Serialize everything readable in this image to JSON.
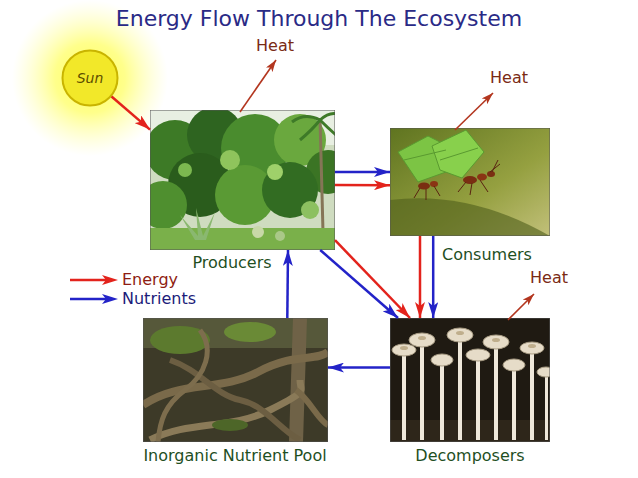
{
  "diagram": {
    "title": "Energy Flow Through The Ecosystem",
    "nodes": [
      {
        "text": [
          "Sun"
        ]
      },
      {
        "text": [
          "Producers"
        ]
      },
      {
        "text": [
          "Consumers"
        ]
      },
      {
        "text": [
          "Inorganic Nutrient Pool"
        ]
      },
      {
        "text": [
          "Decomposers"
        ]
      }
    ],
    "edges": [
      {
        "from": 0,
        "to": 1,
        "arrow": "to"
      },
      {
        "from": 1,
        "to": 2,
        "arrow": "to"
      },
      {
        "from": 1,
        "to": 2,
        "arrow": "to"
      },
      {
        "from": 1,
        "to": 4,
        "arrow": "to"
      },
      {
        "from": 1,
        "to": 4,
        "arrow": "to"
      },
      {
        "from": 2,
        "to": 4,
        "arrow": "to"
      },
      {
        "from": 2,
        "to": 4,
        "arrow": "to"
      },
      {
        "from": 4,
        "to": 3,
        "arrow": "to"
      },
      {
        "from": 3,
        "to": 1,
        "arrow": "to"
      }
    ],
    "labels": [
      "Heat",
      "Heat",
      "Heat"
    ],
    "legend": [
      {
        "text": "Energy"
      },
      {
        "text": "Nutrients"
      }
    ]
  }
}
